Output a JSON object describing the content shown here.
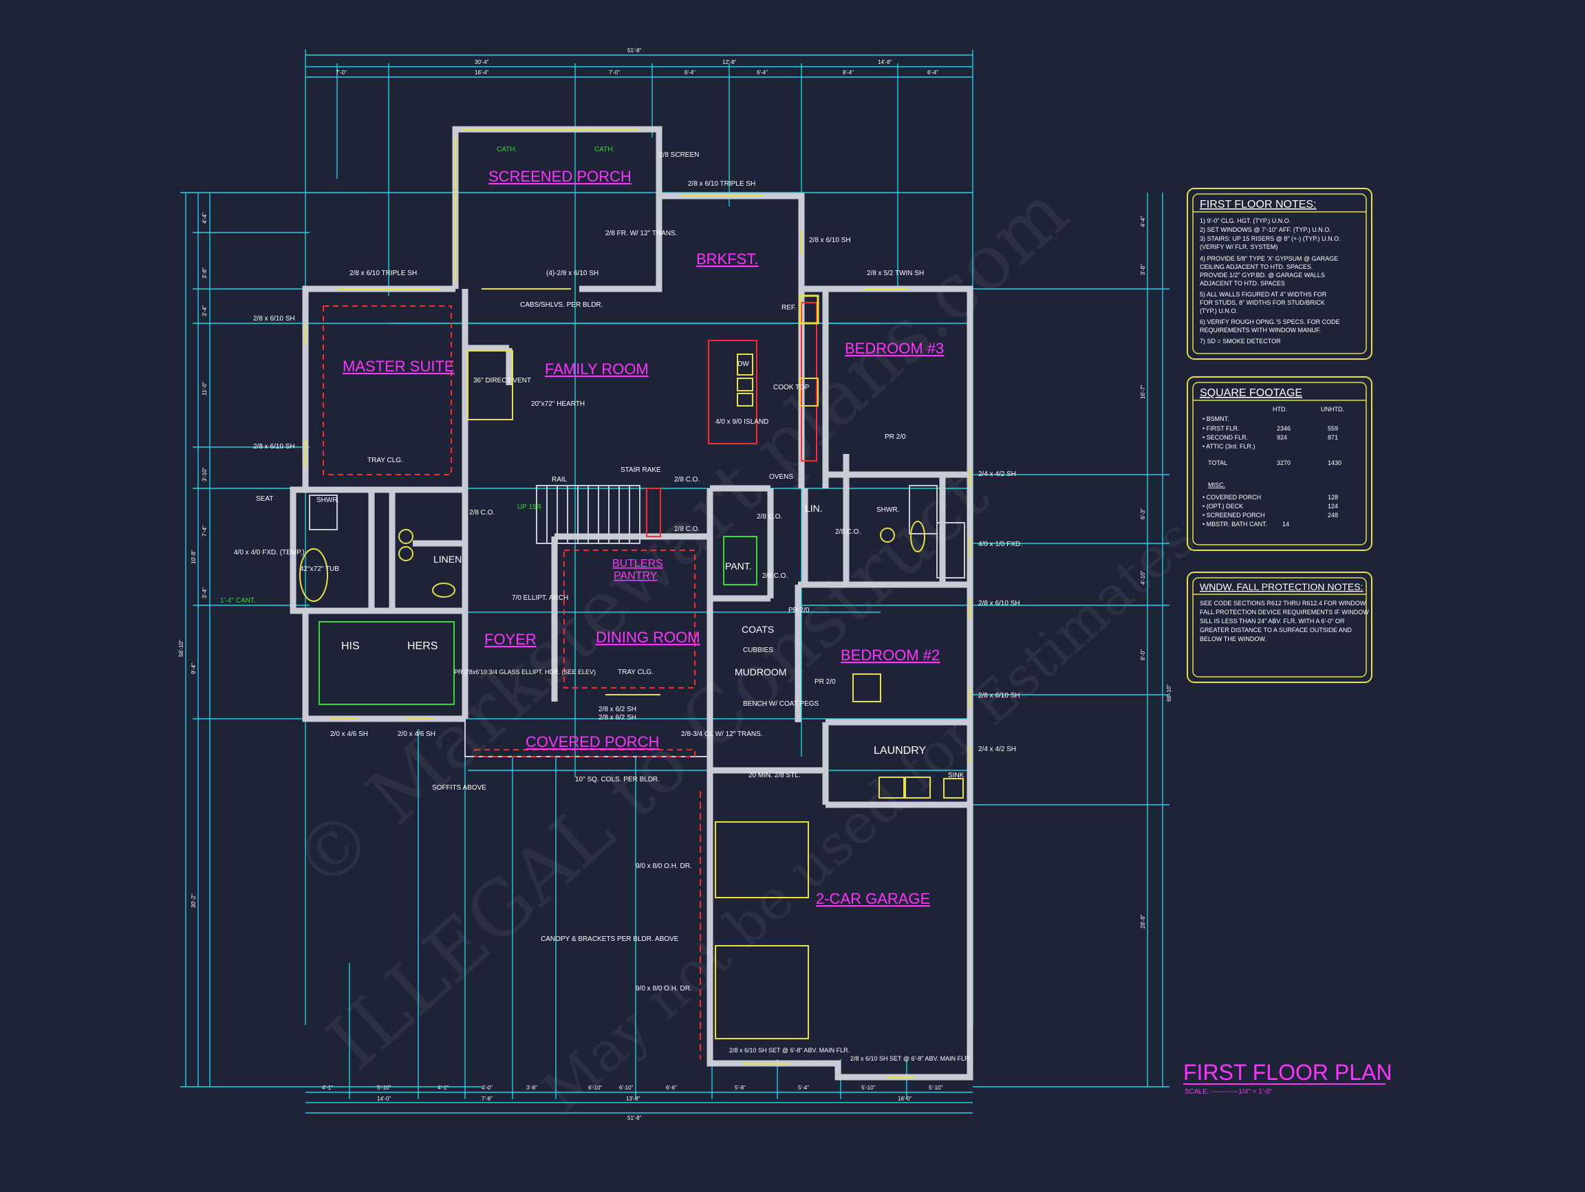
{
  "plan": {
    "title": "FIRST FLOOR PLAN",
    "scale": "SCALE: ------------1/4\" = 1'-0\""
  },
  "watermark": {
    "line1": "© Markstewart plans.com",
    "line2": "ILLEGAL to Construct",
    "line3": "May not be used for Estimates"
  },
  "rooms": {
    "screened_porch": "SCREENED PORCH",
    "brkfst": "BRKFST.",
    "master_suite": "MASTER SUITE",
    "family_room": "FAMILY ROOM",
    "bedroom3": "BEDROOM #3",
    "butlers_pantry_1": "BUTLERS",
    "butlers_pantry_2": "PANTRY",
    "foyer": "FOYER",
    "dining_room": "DINING ROOM",
    "bedroom2": "BEDROOM #2",
    "covered_porch": "COVERED PORCH",
    "laundry": "LAUNDRY",
    "garage": "2-CAR GARAGE"
  },
  "labels": {
    "cath1": "CATH.",
    "cath2": "CATH.",
    "screen_door": "2/8 SCREEN",
    "triple_sh_top": "2/8 x 6/10 TRIPLE SH",
    "fr_trans": "2/8 FR. W/ 12\" TRANS.",
    "brk_sh": "2/8 x 6/10 SH",
    "triple_sh_master": "2/8 x 6/10 TRIPLE SH",
    "four_sh": "(4)-2/8 x 6/10 SH",
    "twin_sh": "2/8 x 5/2 TWIN SH",
    "cabs": "CABS/SHLVS. PER BLDR.",
    "ref": "REF.",
    "dw": "DW",
    "island": "4/0 x 9/0 ISLAND",
    "cooktop": "COOK TOP",
    "direct_vent": "36\" DIRECT VENT",
    "hearth": "20\"x72\" HEARTH",
    "tray_master": "TRAY CLG.",
    "sh_left1": "2/8 x 6/10 SH",
    "sh_left2": "2/8 x 6/10 SH",
    "seat": "SEAT",
    "shwr1": "SHWR.",
    "tub": "42\"x72\" TUB",
    "fxd_temp": "4/0 x 4/0 FXD. (TEMP.)",
    "cant": "1'-4\" CANT.",
    "linen": "LINEN",
    "his": "HIS",
    "hers": "HERS",
    "sh_his": "2/0 x 4/6 SH",
    "sh_hers": "2/0 x 4/6 SH",
    "rail": "RAIL",
    "stair_rake": "STAIR RAKE",
    "up": "UP 15R",
    "co1": "2/8 C.O.",
    "co2": "2/8 C.O.",
    "co3": "2/8 C.O.",
    "co4": "2/8 C.O.",
    "co5": "2/8 C.O.",
    "co6": "2/8 C.O.",
    "ovens": "OVENS",
    "pant": "PANT.",
    "lin": "LIN.",
    "pr20a": "PR 2/0",
    "pr20b": "PR 2/0",
    "pr20c": "PR 2/0",
    "shwr2": "SHWR.",
    "sh_bed3": "2/4 x 4/2 SH",
    "fxd_bath": "4/0 x 1/0 FXD.",
    "sh_bed2a": "2/8 x 6/10 SH",
    "sh_bed2b": "2/8 x 6/10 SH",
    "sh_laundry": "2/4 x 4/2 SH",
    "elipt_arch": "7/0 ELLIPT. ARCH",
    "coats": "COATS",
    "cubbies": "CUBBIES",
    "mudroom": "MUDROOM",
    "bench": "BENCH W/ COAT PEGS",
    "tray_dining": "TRAY CLG.",
    "entry": "PR 2'8x6'10 3/4 GLASS ELLIPT. HDR. (SEE ELEV)",
    "sh_dining": "2/8 x 6/2 SH",
    "sh_dining2": "2/8 x 6/2 SH",
    "trans": "2/8-3/4 GL W/ 12\" TRANS.",
    "soffits": "SOFFITS ABOVE",
    "cols": "10\" SQ. COLS. PER BLDR.",
    "min_stl": "20 MIN. 2/8 STL.",
    "sink": "SINK",
    "ohd1": "9/0 x 8/0 O.H. DR.",
    "ohd2": "9/0 x 8/0 O.H. DR.",
    "canopy": "CANOPY & BRACKETS PER BLDR. ABOVE",
    "garage_sh1": "2/8 x 6/10 SH SET @ 6'-8\" ABV. MAIN FLR.",
    "garage_sh2": "2/8 x 6/10 SH SET @ 6'-8\" ABV. MAIN FLR."
  },
  "dimensions": {
    "overall_top": "51'-8\"",
    "top_left": "30'-4\"",
    "top_right": "12'-8\"",
    "top_far_right": "14'-8\"",
    "row2": [
      "7'-0\"",
      "16'-4\"",
      "7'-0\"",
      "6'-4\"",
      "6'-4\"",
      "8'-4\"",
      "6'-4\""
    ],
    "overall_bottom": "51'-8\"",
    "bottom_row1": [
      "4'-1\"",
      "5'-10\"",
      "4'-1\"",
      "4'-0\"",
      "3'-8\"",
      "6'-10\"",
      "6'-10\"",
      "6'-6\"",
      "5'-8\"",
      "5'-4\"",
      "5'-10\"",
      "5'-10\""
    ],
    "bottom_row2": [
      "14'-0\"",
      "7'-8\"",
      "13'-8\"",
      "16'-0\""
    ],
    "left_overall": "56'-10\"",
    "right_overall": "68'-10\"",
    "left_chain": [
      "4'-4\"",
      "3'-8\"",
      "3'-4\"",
      "11'-0\"",
      "3'-10\"",
      "7'-4\"",
      "10'-8\"",
      "3'-4\"",
      "9'-4\"",
      "30'-2\""
    ],
    "right_chain": [
      "4'-4\"",
      "3'-8\"",
      "16'-7\"",
      "6'-3\"",
      "4'-10\"",
      "8'-0\"",
      "28'-8\""
    ]
  },
  "notes_panel": {
    "title": "FIRST FLOOR NOTES:",
    "lines": [
      "1) 9'-0\" CLG. HGT. (TYP.) U.N.O.",
      "2) SET WINDOWS @ 7'-10\" AFF. (TYP.) U.N.O.",
      "3) STAIRS: UP 15 RISERS @ 8\" (+-) (TYP.) U.N.O.",
      "   (VERIFY W/ FLR. SYSTEM)",
      "4) PROVIDE 5/8\" TYPE 'X' GYPSUM @ GARAGE",
      "   CEILING ADJACENT TO HTD. SPACES.",
      "   PROVIDE 1/2\" GYP.BD. @ GARAGE WALLS",
      "   ADJACENT TO HTD. SPACES",
      "5) ALL WALLS FIGURED AT 4\" WIDTHS FOR",
      "   FOR STUDS, 8\" WIDTHS FOR STUD/BRICK",
      "   (TYP.) U.N.O.",
      "6) VERIFY ROUGH OPNG.'S SPECS. FOR CODE",
      "   REQUIREMENTS WITH WINDOW MANUF.",
      "7) SD = SMOKE DETECTOR"
    ]
  },
  "sqft_panel": {
    "title": "SQUARE FOOTAGE",
    "col_htd": "HTD.",
    "col_unhtd": "UNHTD.",
    "rows": [
      {
        "label": "• BSMNT.",
        "htd": "",
        "unhtd": ""
      },
      {
        "label": "• FIRST FLR.",
        "htd": "2346",
        "unhtd": "559"
      },
      {
        "label": "• SECOND FLR.",
        "htd": "924",
        "unhtd": "871"
      },
      {
        "label": "• ATTIC (3rd. FLR.)",
        "htd": "",
        "unhtd": ""
      },
      {
        "label": "TOTAL",
        "htd": "3270",
        "unhtd": "1430"
      }
    ],
    "misc_title": "MISC.",
    "misc_rows": [
      {
        "label": "• COVERED PORCH",
        "val": "128"
      },
      {
        "label": "• (OPT.) DECK",
        "val": "124"
      },
      {
        "label": "• SCREENED PORCH",
        "val": "248"
      },
      {
        "label": "• MBSTR. BATH CANT.",
        "val": "14"
      }
    ]
  },
  "fall_panel": {
    "title": "WNDW. FALL PROTECTION NOTES:",
    "lines": [
      "SEE CODE SECTIONS R612 THRU R612.4 FOR WINDOW",
      "FALL PROTECTION DEVICE REQUIREMENTS IF WINDOW",
      "SILL IS LESS THAN 24\" ABV. FLR. WITH A 6'-0\" OR",
      "GREATER DISTANCE TO A SURFACE OUTSIDE AND",
      "BELOW THE WINDOW."
    ]
  },
  "colors": {
    "background": "#1f2337",
    "dimension": "#19d3e6",
    "room_label": "#ff33ff",
    "panel_border": "#e8e23a",
    "wall": "#c9ccd4",
    "dashed": "#ff2a2a",
    "green_note": "#33dd33"
  }
}
